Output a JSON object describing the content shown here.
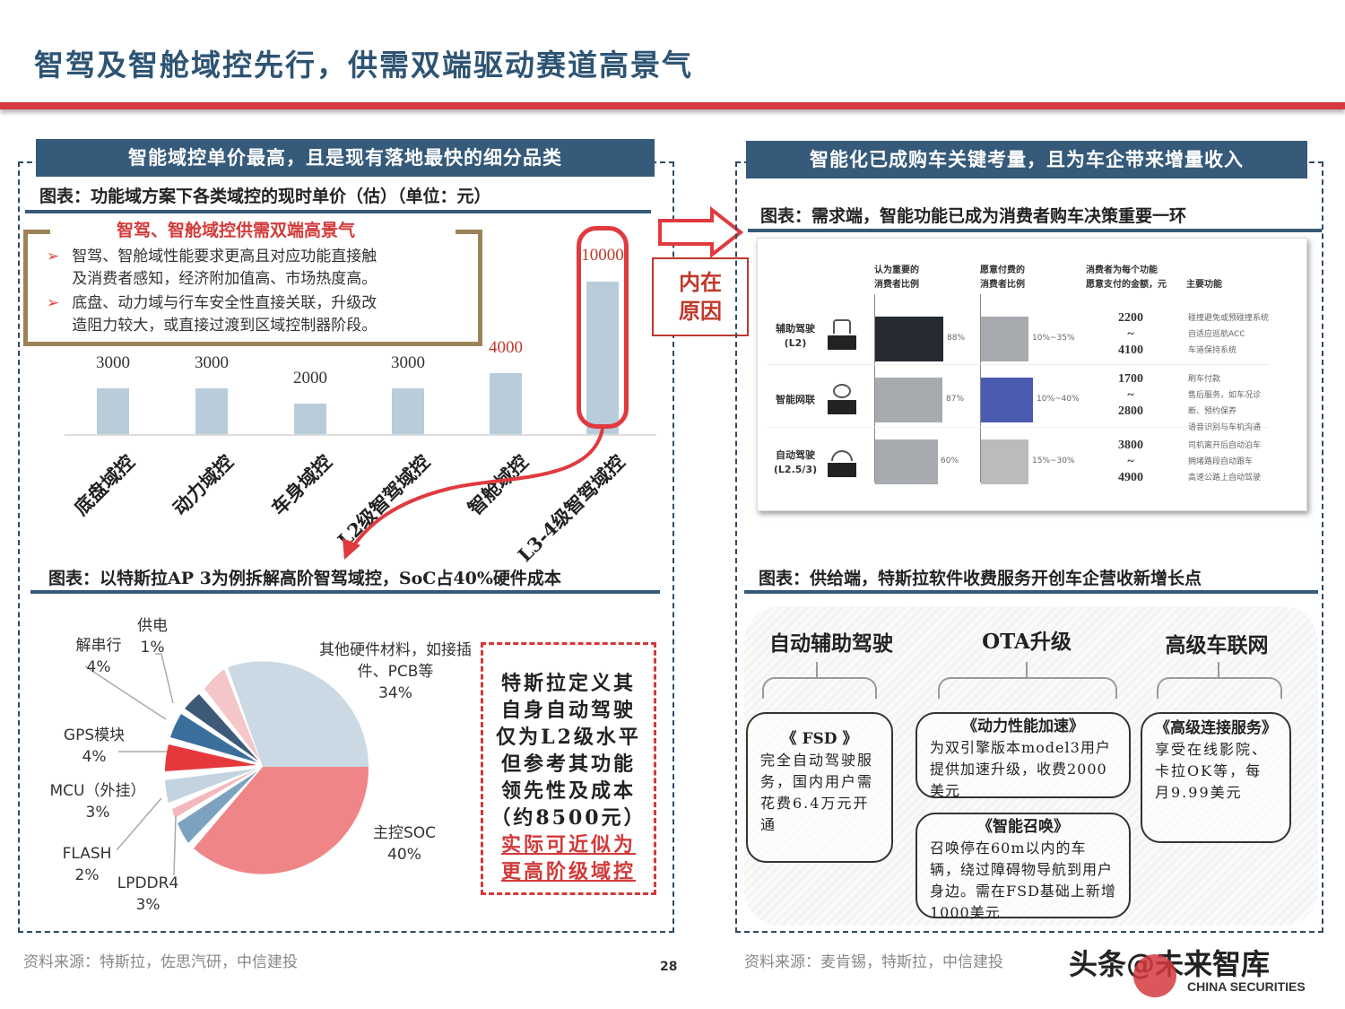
{
  "page": {
    "title": "智驾及智舱域控先行，供需双端驱动赛道高景气",
    "page_number": "28"
  },
  "left": {
    "banner": "智能域控单价最高，且是现有落地最快的细分品类",
    "fig1_caption": "图表：功能域方案下各类域控的现时单价（估）（单位：元）",
    "insight": {
      "heading": "智驾、智舱域控供需双端高景气",
      "bullets": [
        "智驾、智舱域性能要求更高且对应功能直接触及消费者感知，经济附加值高、市场热度高。",
        "底盘、动力域与行车安全性直接关联，升级改造阻力较大，或直接过渡到区域控制器阶段。"
      ],
      "bullet_lines": [
        [
          "智驾、智舱域性能要求更高且对应功能直接触",
          "及消费者感知，经济附加值高、市场热度高。"
        ],
        [
          "底盘、动力域与行车安全性直接关联，升级改",
          "造阻力较大，或直接过渡到区域控制器阶段。"
        ]
      ]
    },
    "reason_box": [
      "内在",
      "原因"
    ],
    "fig2_caption": "图表：以特斯拉AP 3为例拆解高阶智驾域控，SoC占40%硬件成本",
    "tesla_note": {
      "lines": [
        "特斯拉定义其",
        "自身自动驾驶",
        "仅为L2级水平",
        "但参考其功能",
        "领先性及成本",
        "（约8500元）"
      ],
      "highlight_lines": [
        "实际可近似为",
        "更高阶级域控"
      ]
    },
    "source": "资料来源：特斯拉，佐思汽研，中信建投"
  },
  "right": {
    "banner": "智能化已成购车关键考量，且为车企带来增量收入",
    "fig1_caption": "图表：需求端，智能功能已成为消费者购车决策重要一环",
    "survey": {
      "headers": [
        "认为重要的\n消费者比例",
        "愿意付费的\n消费者比例",
        "消费者为每个功能\n愿意支付的金额，元",
        "主要功能"
      ],
      "header_lines": [
        [
          "认为重要的",
          "消费者比例"
        ],
        [
          "愿意付费的",
          "消费者比例"
        ],
        [
          "消费者为每个功能",
          "愿意支付的金额，元"
        ],
        [
          "主要功能"
        ]
      ],
      "rows": [
        {
          "label": [
            "辅助驾驶",
            "(L2)"
          ],
          "important_pct": "88%",
          "important_value": 88,
          "important_color": "#252a33",
          "pay_pct": "10%~35%",
          "pay_color": "#a7abb0",
          "price_low": "2200",
          "price_high": "4100",
          "functions": [
            "碰撞避免或预碰撞系统",
            "自适应巡航ACC",
            "车道保持系统"
          ]
        },
        {
          "label": [
            "智能网联"
          ],
          "important_pct": "87%",
          "important_value": 87,
          "important_color": "#a7abb0",
          "pay_pct": "10%~40%",
          "pay_color": "#4a5bb0",
          "price_low": "1700",
          "price_high": "2800",
          "functions": [
            "刷车付款",
            "售后服务，如车况诊断、预约保养",
            "语音识别与车机沟通"
          ]
        },
        {
          "label": [
            "自动驾驶",
            "(L2.5/3)"
          ],
          "important_pct": "60%",
          "important_value": 60,
          "important_color": "#a7abb0",
          "pay_pct": "15%~30%",
          "pay_color": "#bbbbbb",
          "price_low": "3800",
          "price_high": "4900",
          "functions": [
            "司机离开后自动泊车",
            "拥堵路段自动跟车",
            "高速公路上自动驾驶"
          ]
        }
      ],
      "tilde": "~"
    },
    "fig2_caption": "图表：供给端，特斯拉软件收费服务开创车企营收新增长点",
    "services": {
      "categories": [
        "自动辅助驾驶",
        "OTA升级",
        "高级车联网"
      ],
      "cards": [
        {
          "heading": "《 FSD 》",
          "body": "完全自动驾驶服务，国内用户需花费6.4万元开通"
        },
        {
          "heading": "《动力性能加速》",
          "body": "为双引擎版本model3用户提供加速升级，收费2000美元"
        },
        {
          "heading": "《智能召唤》",
          "body": "召唤停在60m以内的车辆，绕过障碍物导航到用户身边。需在FSD基础上新增1000美元"
        },
        {
          "heading": "《高级连接服务》",
          "body": "享受在线影院、卡拉OK等，每月9.99美元"
        }
      ]
    },
    "source": "资料来源：麦肯锡，特斯拉，中信建投"
  },
  "watermark": {
    "text": "头条@未来智库",
    "brand_en": "CHINA SECURITIES"
  },
  "colors": {
    "title": "#2e5474",
    "banner": "#355a7a",
    "accent_red": "#d43a3f",
    "bar": "#b8ccda",
    "insight_border": "#9b8357"
  },
  "chart_data": [
    {
      "type": "bar",
      "title": "功能域方案下各类域控的现时单价（估）（单位：元）",
      "categories": [
        "底盘域控",
        "动力域控",
        "车身域控",
        "L2级智驾域控",
        "智舱域控",
        "L3-4级智驾域控"
      ],
      "values": [
        3000,
        3000,
        2000,
        3000,
        4000,
        10000
      ],
      "xlabel": "",
      "ylabel": "元",
      "grid": false,
      "highlight": "L3-4级智驾域控"
    },
    {
      "type": "pie",
      "title": "以特斯拉AP 3为例拆解高阶智驾域控，SoC占40%硬件成本",
      "categories": [
        "主控SOC",
        "LPDDR4",
        "FLASH",
        "MCU（外挂）",
        "GPS模块",
        "解串行",
        "供电",
        "其他硬件材料，如接插件、PCB等"
      ],
      "values": [
        40,
        3,
        2,
        3,
        4,
        4,
        1,
        34
      ],
      "labels": [
        "主控SOC 40%",
        "LPDDR4 3%",
        "FLASH 2%",
        "MCU（外挂） 3%",
        "GPS模块 4%",
        "解串行 4%",
        "供电 1%",
        "其他硬件材料，如接插件、PCB等 34%"
      ],
      "colors": [
        "#ef8587",
        "#7da2bf",
        "#f2b8bd",
        "#c3d3e0",
        "#e6393d",
        "#3a6f9c",
        "#3d5a78",
        "#f5c6c8",
        "#cad9e4"
      ]
    },
    {
      "type": "bar",
      "title": "需求端，智能功能已成为消费者购车决策重要一环",
      "categories": [
        "辅助驾驶(L2)",
        "智能网联",
        "自动驾驶(L2.5/3)"
      ],
      "series": [
        {
          "name": "认为重要的消费者比例",
          "values": [
            88,
            87,
            60
          ]
        },
        {
          "name": "愿意付费的消费者比例",
          "values": [
            "10%~35%",
            "10%~40%",
            "15%~30%"
          ]
        },
        {
          "name": "消费者为每个功能愿意支付的金额，元",
          "values": [
            "2200~4100",
            "1700~2800",
            "3800~4900"
          ]
        }
      ]
    }
  ]
}
